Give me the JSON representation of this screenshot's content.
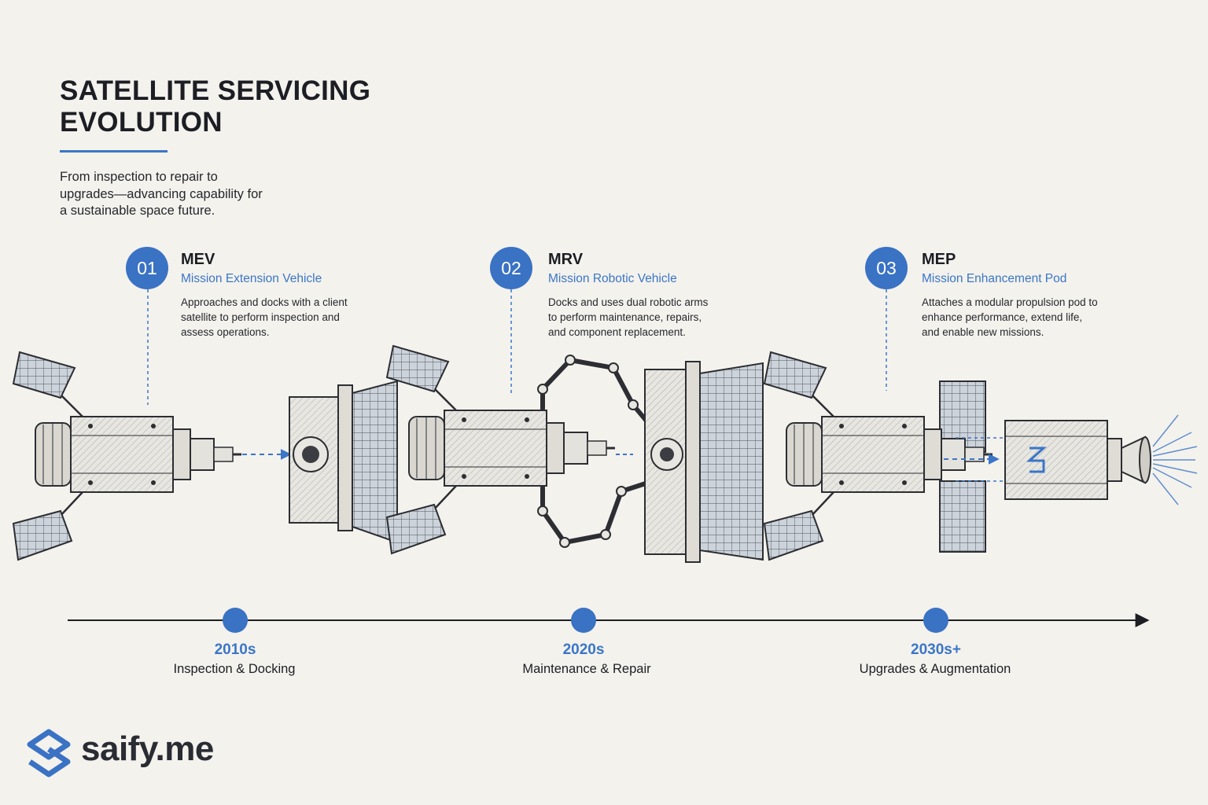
{
  "header": {
    "title": "SATELLITE SERVICING EVOLUTION",
    "subtitle": "From inspection to repair to upgrades—advancing capability for a sustainable space future."
  },
  "steps": [
    {
      "number": "01",
      "abbr": "MEV",
      "name": "Mission Extension Vehicle",
      "description": "Approaches and docks with a client satellite to perform inspection and assess operations."
    },
    {
      "number": "02",
      "abbr": "MRV",
      "name": "Mission Robotic Vehicle",
      "description": "Docks and uses dual robotic arms to perform maintenance, repairs, and component replacement."
    },
    {
      "number": "03",
      "abbr": "MEP",
      "name": "Mission Enhancement Pod",
      "description": "Attaches a modular propulsion pod to enhance performance, extend life, and enable new missions."
    }
  ],
  "timeline": [
    {
      "era": "2010s",
      "label": "Inspection & Docking"
    },
    {
      "era": "2020s",
      "label": "Maintenance & Repair"
    },
    {
      "era": "2030s+",
      "label": "Upgrades & Augmentation"
    }
  ],
  "brand": {
    "name": "saify.me"
  },
  "colors": {
    "accent": "#3a72c4",
    "ink": "#1c1e24",
    "background": "#f4f2ed"
  },
  "icons": [
    "satellite-illustration",
    "docking-arrow",
    "robotic-arm",
    "propulsion-pod",
    "saify-logo-icon"
  ]
}
